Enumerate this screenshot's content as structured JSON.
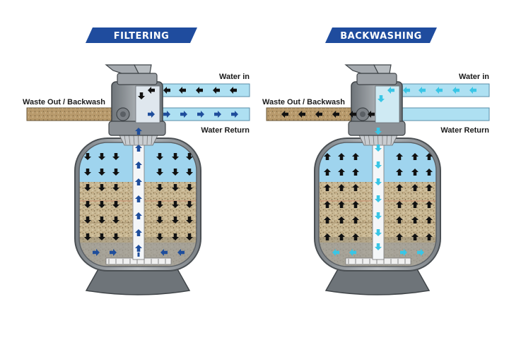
{
  "panels": [
    {
      "title": "FILTERING",
      "labels": {
        "water_in": "Water in",
        "waste_out": "Waste Out / Backwash",
        "water_return": "Water Return"
      },
      "flow_color": "#1f4e9c",
      "mode": "filtering"
    },
    {
      "title": "BACKWASHING",
      "labels": {
        "water_in": "Water in",
        "waste_out": "Waste Out / Backwash",
        "water_return": "Water Return"
      },
      "flow_color": "#39c6e6",
      "mode": "backwashing"
    }
  ],
  "colors": {
    "banner": "#1f4c9e",
    "pipe_water": "#aee0f2",
    "pipe_waste": "#b89a6c",
    "tank_water": "#9fd4ee",
    "sand": "#c9b894",
    "tank_body": "#9a9fa3",
    "tank_base": "#6e7479"
  }
}
